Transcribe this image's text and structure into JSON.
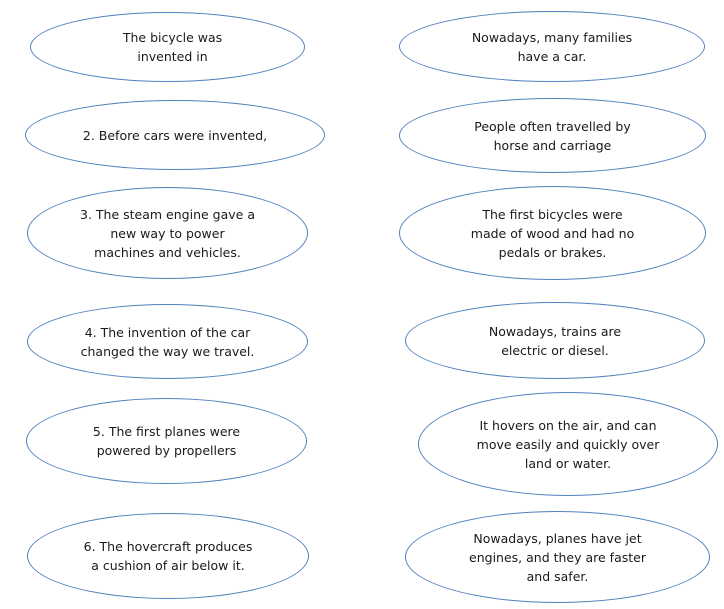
{
  "left_column": [
    {
      "text": "The bicycle was\ninvented in"
    },
    {
      "text": "2. Before cars were invented,"
    },
    {
      "text": "3. The steam engine gave a\nnew way to power\nmachines and vehicles."
    },
    {
      "text": "4. The invention of the car\nchanged the way we travel."
    },
    {
      "text": "5. The first planes were\npowered by propellers"
    },
    {
      "text": "6. The hovercraft produces\na cushion of air below it."
    }
  ],
  "right_column": [
    {
      "text": "Nowadays, many families\nhave a car."
    },
    {
      "text": "People often travelled by\nhorse and carriage"
    },
    {
      "text": "The first bicycles were\nmade of wood and had no\npedals or brakes."
    },
    {
      "text": "Nowadays, trains are\nelectric or diesel."
    },
    {
      "text": "It hovers on the air, and can\nmove easily and quickly over\nland or water."
    },
    {
      "text": "Nowadays, planes have jet\nengines, and they are faster\nand safer."
    }
  ],
  "colors": {
    "outline": "#4f81bd",
    "text": "#1a1a1a",
    "background": "#ffffff"
  }
}
